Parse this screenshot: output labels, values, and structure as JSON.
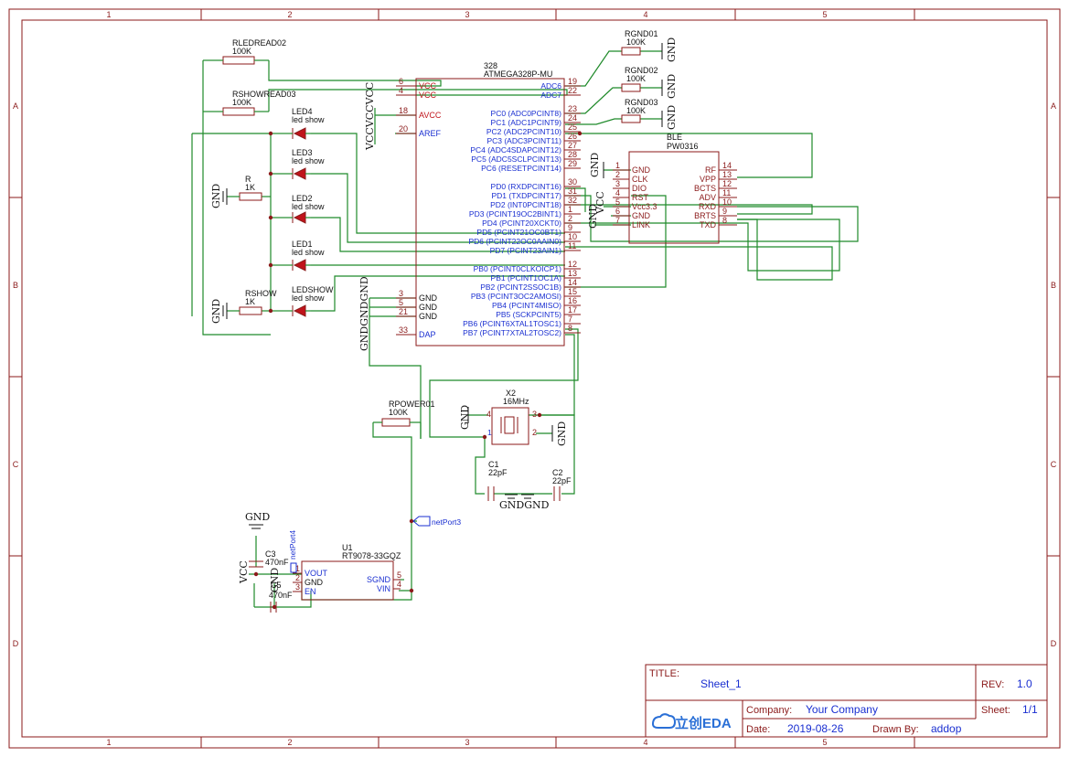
{
  "title_block": {
    "title_label": "TITLE:",
    "title": "Sheet_1",
    "rev_label": "REV:",
    "rev": "1.0",
    "company_label": "Company:",
    "company": "Your Company",
    "sheet_label": "Sheet:",
    "sheet": "1/1",
    "date_label": "Date:",
    "date": "2019-08-26",
    "drawn_label": "Drawn By:",
    "drawn_by": "addop",
    "logo_text": "立创EDA"
  },
  "zones": {
    "columns": [
      "1",
      "2",
      "3",
      "4",
      "5"
    ],
    "rows": [
      "A",
      "B",
      "C",
      "D"
    ]
  },
  "mcu": {
    "ref": "328",
    "name": "ATMEGA328P-MU",
    "left_pins": [
      {
        "num": "6",
        "name": "VCC"
      },
      {
        "num": "4",
        "name": "VCC"
      },
      {
        "num": "18",
        "name": "AVCC"
      },
      {
        "num": "20",
        "name": "AREF"
      },
      {
        "num": "3",
        "name": "GND"
      },
      {
        "num": "5",
        "name": "GND"
      },
      {
        "num": "21",
        "name": "GND"
      },
      {
        "num": "33",
        "name": "DAP"
      }
    ],
    "right_pins": [
      {
        "num": "19",
        "name": "ADC6"
      },
      {
        "num": "22",
        "name": "ADC7"
      },
      {
        "num": "23",
        "name": "PC0 (ADC0PCINT8)"
      },
      {
        "num": "24",
        "name": "PC1 (ADC1PCINT9)"
      },
      {
        "num": "25",
        "name": "PC2 (ADC2PCINT10)"
      },
      {
        "num": "26",
        "name": "PC3 (ADC3PCINT11)"
      },
      {
        "num": "27",
        "name": "PC4 (ADC4SDAPCINT12)"
      },
      {
        "num": "28",
        "name": "PC5 (ADC5SCLPCINT13)"
      },
      {
        "num": "29",
        "name": "PC6 (RESETPCINT14)"
      },
      {
        "num": "30",
        "name": "PD0 (RXDPCINT16)"
      },
      {
        "num": "31",
        "name": "PD1 (TXDPCINT17)"
      },
      {
        "num": "32",
        "name": "PD2 (INT0PCINT18)"
      },
      {
        "num": "1",
        "name": "PD3 (PCINT19OC2BINT1)"
      },
      {
        "num": "2",
        "name": "PD4 (PCINT20XCKT0)"
      },
      {
        "num": "9",
        "name": "PD5 (PCINT21OC0BT1)"
      },
      {
        "num": "10",
        "name": "PD6 (PCINT22OC0AAIN0)"
      },
      {
        "num": "11",
        "name": "PD7 (PCINT23AIN1)"
      },
      {
        "num": "12",
        "name": "PB0 (PCINT0CLKOICP1)"
      },
      {
        "num": "13",
        "name": "PB1 (PCINT1OC1A)"
      },
      {
        "num": "14",
        "name": "PB2 (PCINT2SSOC1B)"
      },
      {
        "num": "15",
        "name": "PB3 (PCINT3OC2AMOSI)"
      },
      {
        "num": "16",
        "name": "PB4 (PCINT4MISO)"
      },
      {
        "num": "17",
        "name": "PB5 (SCKPCINT5)"
      },
      {
        "num": "7",
        "name": "PB6 (PCINT6XTAL1TOSC1)"
      },
      {
        "num": "8",
        "name": "PB7 (PCINT7XTAL2TOSC2)"
      }
    ]
  },
  "ble": {
    "ref": "BLE",
    "name": "PW0316",
    "left_pins": [
      {
        "num": "1",
        "name": "GND"
      },
      {
        "num": "2",
        "name": "CLK"
      },
      {
        "num": "3",
        "name": "DIO"
      },
      {
        "num": "4",
        "name": "RST"
      },
      {
        "num": "5",
        "name": "Vcc3.3"
      },
      {
        "num": "6",
        "name": "GND"
      },
      {
        "num": "7",
        "name": "LINK"
      }
    ],
    "right_pins": [
      {
        "num": "14",
        "name": "RF"
      },
      {
        "num": "13",
        "name": "VPP"
      },
      {
        "num": "12",
        "name": "BCTS"
      },
      {
        "num": "11",
        "name": "ADV"
      },
      {
        "num": "10",
        "name": "RXD"
      },
      {
        "num": "9",
        "name": "BRTS"
      },
      {
        "num": "8",
        "name": "TXD"
      }
    ]
  },
  "regulator": {
    "ref": "U1",
    "name": "RT9078-33GQZ",
    "left_pins": [
      {
        "num": "1",
        "name": "VOUT"
      },
      {
        "num": "2",
        "name": "GND"
      },
      {
        "num": "3",
        "name": "EN"
      }
    ],
    "right_pins": [
      {
        "num": "5",
        "name": "SGND"
      },
      {
        "num": "4",
        "name": "VIN"
      }
    ]
  },
  "crystal": {
    "ref": "X2",
    "value": "16MHz",
    "pins": [
      "4",
      "3",
      "1",
      "2"
    ]
  },
  "resistors": [
    {
      "ref": "RLEDREAD02",
      "value": "100K"
    },
    {
      "ref": "RSHOWREAD03",
      "value": "100K"
    },
    {
      "ref": "R",
      "value": "1K"
    },
    {
      "ref": "RSHOW",
      "value": "1K"
    },
    {
      "ref": "RGND01",
      "value": "100K"
    },
    {
      "ref": "RGND02",
      "value": "100K"
    },
    {
      "ref": "RGND03",
      "value": "100K"
    },
    {
      "ref": "RPOWER01",
      "value": "100K"
    }
  ],
  "leds": [
    {
      "ref": "LED4",
      "value": "led show"
    },
    {
      "ref": "LED3",
      "value": "led show"
    },
    {
      "ref": "LED2",
      "value": "led show"
    },
    {
      "ref": "LED1",
      "value": "led show"
    },
    {
      "ref": "LEDSHOW",
      "value": "led show"
    }
  ],
  "capacitors": [
    {
      "ref": "C1",
      "value": "22pF"
    },
    {
      "ref": "C2",
      "value": "22pF"
    },
    {
      "ref": "C3",
      "value": "470nF"
    },
    {
      "ref": "C5",
      "value": "470nF"
    }
  ],
  "power_labels": {
    "gnd": "GND",
    "vcc": "VCC",
    "gndgnd": "GNDGND",
    "vccvccvcc": "VCCVCCVCC",
    "gndgndgnd": "GNDGNDGND"
  },
  "net_ports": {
    "port3": "netPort3",
    "port4": "netPort4"
  }
}
